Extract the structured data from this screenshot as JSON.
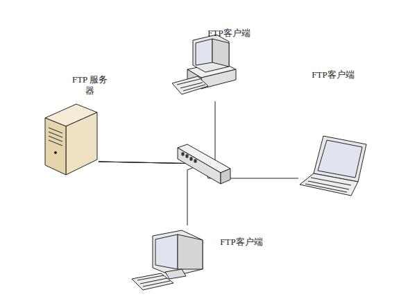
{
  "diagram": {
    "nodes": [
      {
        "text": [
          "FTP客户端"
        ]
      },
      {
        "text": [
          "FTP客户端"
        ]
      },
      {
        "text": [
          "FTP 服务器"
        ]
      },
      {
        "text": [
          "FTP客户端"
        ]
      }
    ],
    "edges": [
      {
        "from": 2,
        "to": 0,
        "arrow": "none"
      },
      {
        "from": 2,
        "to": 1,
        "arrow": "none"
      },
      {
        "from": 2,
        "to": 3,
        "arrow": "none"
      }
    ]
  }
}
